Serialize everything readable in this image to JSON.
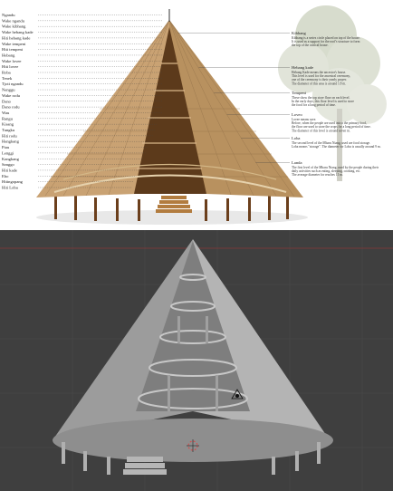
{
  "left_labels": [
    "Ngandu",
    "Wake ngandu",
    "Wake kibhang",
    "Wake hebang kade",
    "Hiti hebang kade",
    "Wake tempeni",
    "Hiti tempeni",
    "Hebang",
    "Wake lovee",
    "Hiti lovee",
    "Roba",
    "Tenek",
    "Tjoti ngandu",
    "Nanggu",
    "Wake rodu",
    "Dano",
    "Dano rodu",
    "Wau",
    "Rangu",
    "Kisang",
    "Tungku",
    "Hiti rodu",
    "Hangkang",
    "Piau",
    "Lenggi",
    "Kangkang",
    "Sanggo",
    "Hiti kade",
    "Ebo",
    "Hitingopang",
    "Hiti Loba"
  ],
  "right_notes": [
    {
      "title": "Kibhang",
      "body": [
        "Kibhang is a series circle placed on top of the house.",
        "It is used as a support for the roof's structure to form",
        "the top of the conical house."
      ]
    },
    {
      "title": "Hebang kade",
      "body": [
        "Hebang Kade means the ancestor's house.",
        "This level is used for the ancestral ceremony,",
        "one of the ceremony is their yearly prayer.",
        "The diameter of this area is around 1.8 m."
      ]
    },
    {
      "title": "Tempeni",
      "body": [
        "These show the top store floor on each level.",
        "In the early days, this floor level is used to store",
        "the food for a long period of time."
      ]
    },
    {
      "title": "Loveo",
      "body": [
        "Lovee means save.",
        "Before, when the people are used into a the primary food,",
        "the floor are used to store the crops for a long period of time.",
        "The diameter of this level is around seven m."
      ]
    },
    {
      "title": "Loba",
      "body": [
        "The second level of the Mbaru Niang, used are food storage.",
        "Loba means \"storage\". The diameter for Loba is usually around 9 m."
      ]
    },
    {
      "title": "Landa",
      "body": [
        "The first level of the Mbaru Niang, used by the people during their",
        "daily activities such as eating, sleeping, cooking, etc.",
        "The average diameter for reaches 11 m."
      ]
    }
  ],
  "colors": {
    "thatch_light": "#c9a273",
    "thatch_dark": "#8a6a45",
    "wood": "#7a4b22",
    "viewport_bg": "#3f3f3f",
    "model_gray": "#a8a8a8"
  }
}
